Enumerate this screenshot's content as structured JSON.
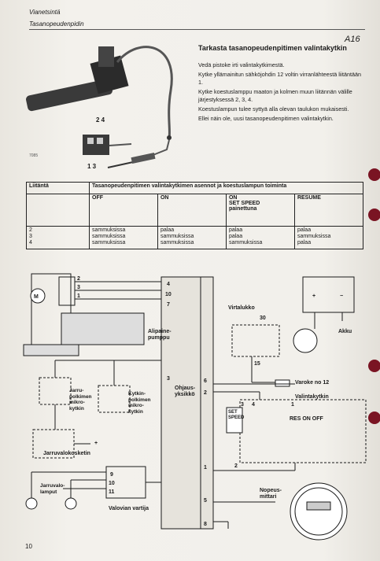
{
  "header": {
    "section": "Vianetsintä",
    "subsection": "Tasanopeudenpidin",
    "code": "A16"
  },
  "instructions": {
    "title": "Tarkasta tasanopeudenpitimen valintakytkin",
    "paragraphs": [
      "Vedä pistoke irti valintakytkimestä.",
      "Kytke yllämainitun sähköjohdin 12 voltin virranlähteestä liitäntään 1.",
      "Kytke koestuslamppu maaton ja kolmen muun liitännän välille järjestyksessä 2, 3, 4.",
      "Koestuslampun tulee syttyä alla olevan taulukon mukaisesti.",
      "Ellei näin ole, uusi tasanopeudenpitimen valintakytkin."
    ]
  },
  "figure": {
    "label_top": "2 4",
    "label_bottom": "1 3",
    "image_code": "7085"
  },
  "table": {
    "header_col1": "Liitäntä",
    "header_col2": "Tasanopeudenpitimen valintakytkimen asennot ja koestuslampun toiminta",
    "positions": [
      "OFF",
      "ON",
      "ON\nSET SPEED\npainettuna",
      "RESUME"
    ],
    "rows": [
      {
        "terminal": "2",
        "values": [
          "sammuksissa",
          "palaa",
          "palaa",
          "palaa"
        ]
      },
      {
        "terminal": "3",
        "values": [
          "sammuksissa",
          "sammuksissa",
          "palaa",
          "sammuksissa"
        ]
      },
      {
        "terminal": "4",
        "values": [
          "sammuksissa",
          "sammuksissa",
          "sammuksissa",
          "palaa"
        ]
      }
    ]
  },
  "diagram": {
    "motor": "M",
    "alipainepumppu": "Alipaine-\npumppu",
    "jarru1": "Jarru-\npolkimen\nmikro-\nkytkin",
    "kytkin1": "Kytkin-\npolkimen\nmikro-\nkytkin",
    "jarruvalo": "Jarruvalokosketin",
    "jarruvalot": "Jarruvalo-\nlamput",
    "vartija": "Valovian vartija",
    "ohjausyksikko": "Ohjaus-\nyksikkö",
    "virtalukko": "Virtalukko",
    "akku": "Akku",
    "varoke": "Varoke no 12",
    "valintakytkin": "Valintakytkin",
    "nopeusmittari": "Nopeus-\nmittari",
    "set_speed": "SET\nSPEED",
    "res_on_off": "RES  ON  OFF",
    "pins_left": [
      "2",
      "3",
      "1"
    ],
    "pins_unit_left": [
      "4",
      "10",
      "7",
      "3",
      "9",
      "10",
      "11"
    ],
    "pins_unit_right": [
      "6",
      "2",
      "1",
      "5",
      "8"
    ],
    "virtalukko_pins": [
      "30",
      "15"
    ],
    "valinta_pins": [
      "3",
      "4",
      "1",
      "2"
    ],
    "plus": "+",
    "minus": "−"
  },
  "page_number": "10"
}
